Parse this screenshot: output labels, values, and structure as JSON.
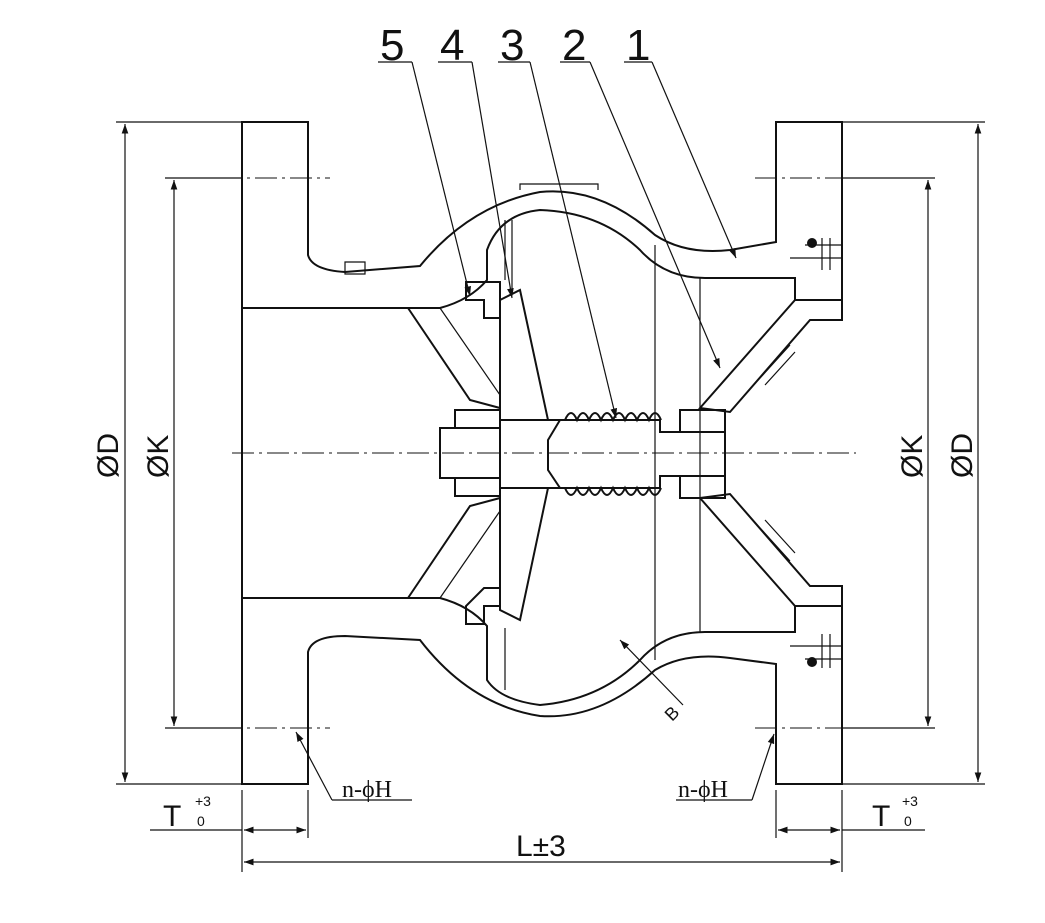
{
  "part_numbers": [
    "5",
    "4",
    "3",
    "2",
    "1"
  ],
  "dimensions": {
    "outer_diameter_left": "ØD",
    "bolt_circle_left": "ØK",
    "bolt_circle_right": "ØK",
    "outer_diameter_right": "ØD",
    "face_to_face": "L±3",
    "wall_thickness": "B",
    "bolt_holes_left": "n-ϕH",
    "bolt_holes_right": "n-ϕH",
    "flange_thickness_left": "T",
    "flange_thickness_right": "T",
    "tol_upper": "+3",
    "tol_lower": "0"
  }
}
